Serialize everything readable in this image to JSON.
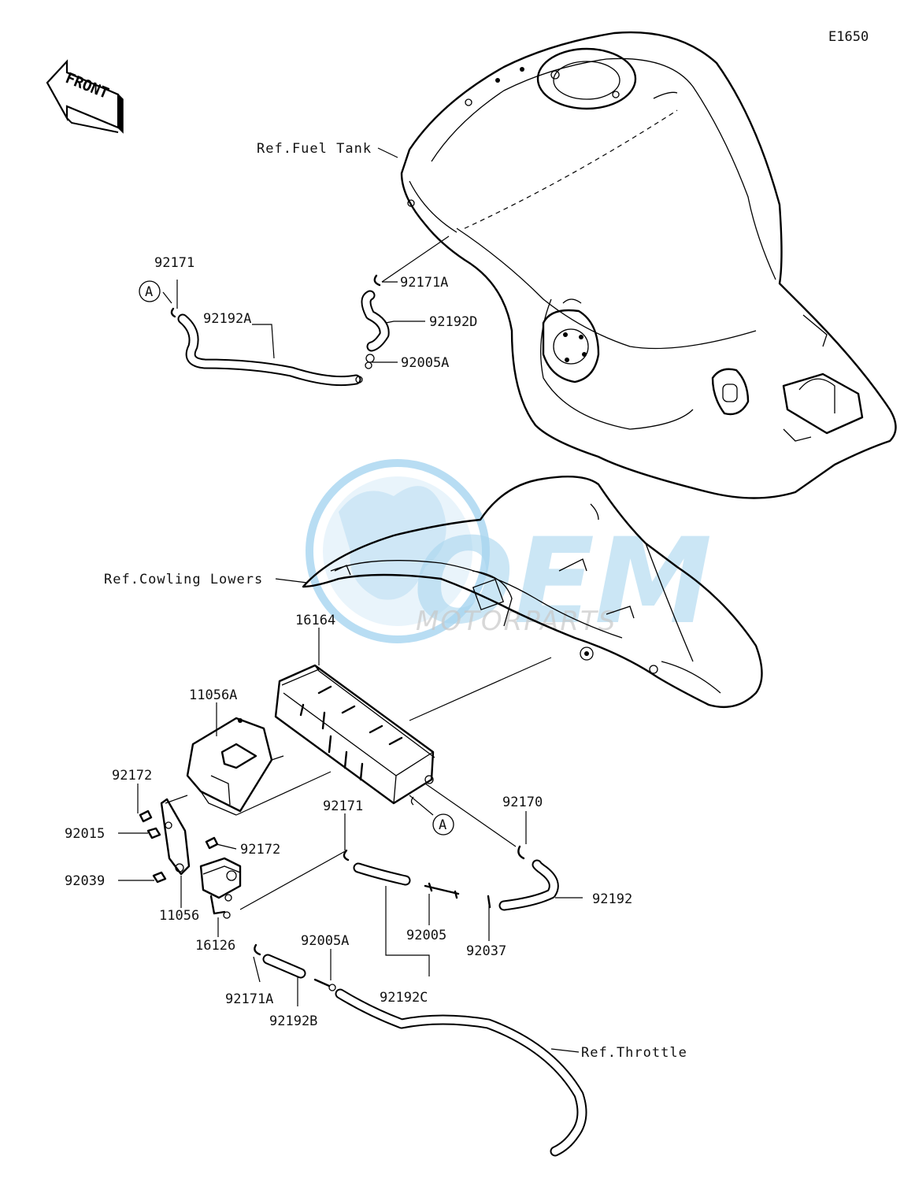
{
  "diagram_code": "E1650",
  "front_badge": "FRONT",
  "callout_marker": "A",
  "references": {
    "fuel_tank": "Ref.Fuel Tank",
    "cowling_lowers": "Ref.Cowling Lowers",
    "throttle": "Ref.Throttle"
  },
  "watermark": {
    "brand": "OEM",
    "sub": "MOTORPARTS",
    "color": "#4aa8dc"
  },
  "parts": {
    "p92171_top": "92171",
    "p92192A": "92192A",
    "p92171A_top": "92171A",
    "p92192D": "92192D",
    "p92005A_top": "92005A",
    "p16164": "16164",
    "p11056A": "11056A",
    "p92172_left": "92172",
    "p92015": "92015",
    "p92039": "92039",
    "p11056": "11056",
    "p92172_mid": "92172",
    "p16126": "16126",
    "p92171_mid": "92171",
    "p92170": "92170",
    "p92192": "92192",
    "p92005": "92005",
    "p92037": "92037",
    "p92005A_bot": "92005A",
    "p92192C": "92192C",
    "p92171A_bot": "92171A",
    "p92192B": "92192B"
  }
}
